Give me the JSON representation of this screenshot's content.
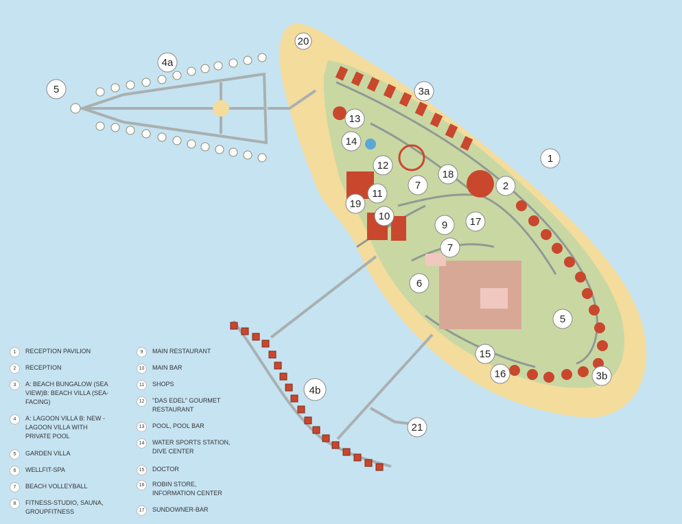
{
  "colors": {
    "sea": "#c6e3f2",
    "beach": "#f3dc9c",
    "island": "#c9d7a3",
    "path": "#8f9a94",
    "roof": "#c9472d",
    "jetty": "#a9b0b0"
  },
  "markers": [
    {
      "id": "m20",
      "label": "20"
    },
    {
      "id": "m5w",
      "label": "5"
    },
    {
      "id": "m4a",
      "label": "4a"
    },
    {
      "id": "m3a",
      "label": "3a"
    },
    {
      "id": "m13",
      "label": "13"
    },
    {
      "id": "m14",
      "label": "14"
    },
    {
      "id": "m12",
      "label": "12"
    },
    {
      "id": "m1",
      "label": "1"
    },
    {
      "id": "m18",
      "label": "18"
    },
    {
      "id": "m7a",
      "label": "7"
    },
    {
      "id": "m2",
      "label": "2"
    },
    {
      "id": "m11",
      "label": "11"
    },
    {
      "id": "m19",
      "label": "19"
    },
    {
      "id": "m10",
      "label": "10"
    },
    {
      "id": "m9",
      "label": "9"
    },
    {
      "id": "m17",
      "label": "17"
    },
    {
      "id": "m7b",
      "label": "7"
    },
    {
      "id": "m6",
      "label": "6"
    },
    {
      "id": "m5e",
      "label": "5"
    },
    {
      "id": "m15",
      "label": "15"
    },
    {
      "id": "m16",
      "label": "16"
    },
    {
      "id": "m3b",
      "label": "3b"
    },
    {
      "id": "m4b",
      "label": "4b"
    },
    {
      "id": "m21",
      "label": "21"
    }
  ],
  "legend": [
    {
      "num": "1",
      "text": "Reception Pavilion"
    },
    {
      "num": "2",
      "text": "Reception"
    },
    {
      "num": "3",
      "text": "a: Beach Bungalow (sea view)b: Beach Villa (sea-facing)"
    },
    {
      "num": "4",
      "text": "a: Lagoon Villa b: New - Lagoon Villa with private pool"
    },
    {
      "num": "5",
      "text": "Garden Villa"
    },
    {
      "num": "6",
      "text": "WellFit-Spa"
    },
    {
      "num": "7",
      "text": "Beach volleyball"
    },
    {
      "num": "8",
      "text": "Fitness-Studio, Sauna, GroupFitness"
    },
    {
      "num": "9",
      "text": "Main Restaurant"
    },
    {
      "num": "10",
      "text": "Main bar"
    },
    {
      "num": "11",
      "text": "Shops"
    },
    {
      "num": "12",
      "text": "\"Das Edel\" Gourmet Restaurant"
    },
    {
      "num": "13",
      "text": "Pool, Pool Bar"
    },
    {
      "num": "14",
      "text": "Water Sports Station, Dive Center"
    },
    {
      "num": "15",
      "text": "Doctor"
    },
    {
      "num": "16",
      "text": "ROBIN Store, Information center"
    },
    {
      "num": "17",
      "text": "Sundowner-Bar"
    }
  ]
}
